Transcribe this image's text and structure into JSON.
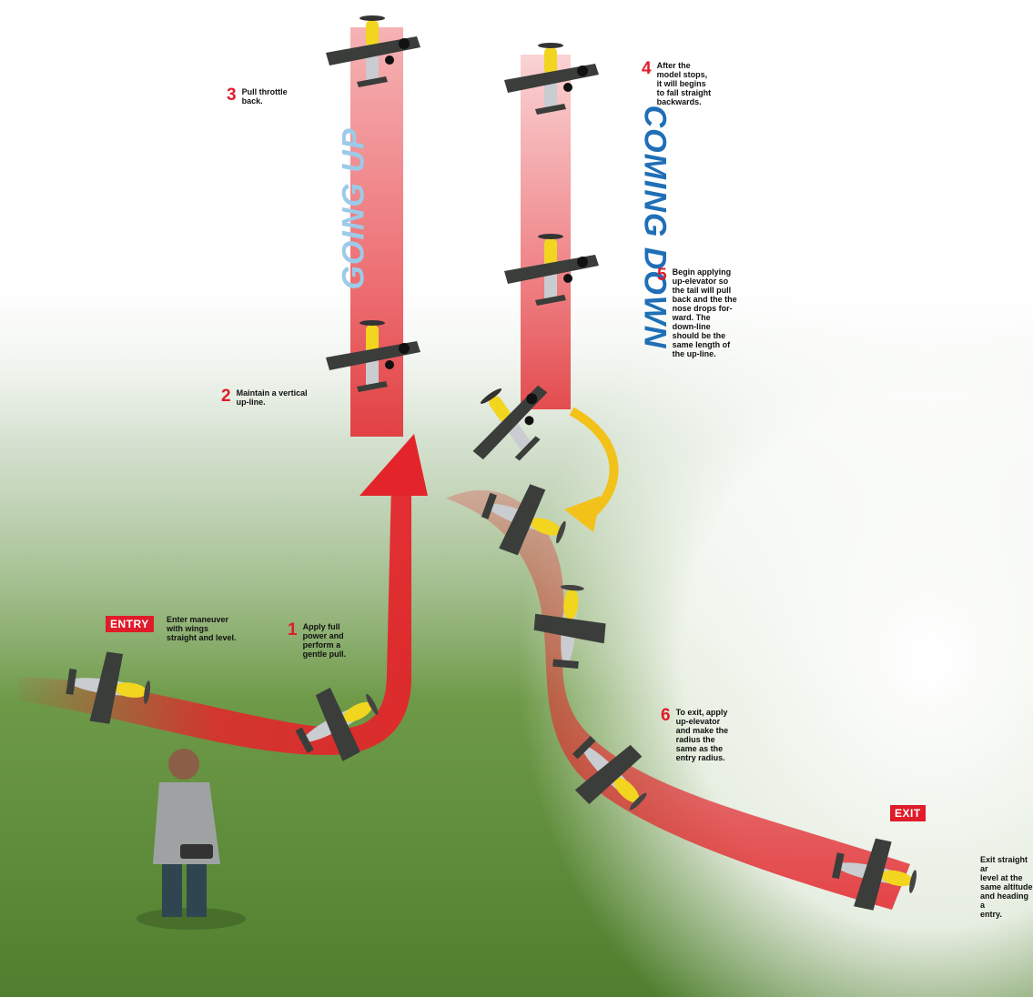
{
  "labels": {
    "going_up": "GOING UP",
    "coming_down": "COMING DOWN",
    "entry": "ENTRY",
    "exit": "EXIT"
  },
  "entry_text": "Enter maneuver\nwith wings\nstraight and level.",
  "exit_text": "Exit straight ar\nlevel at the\nsame altitude\nand heading a\nentry.",
  "steps": [
    {
      "num": "1",
      "text": "Apply full\npower and\nperform a\ngentle pull."
    },
    {
      "num": "2",
      "text": "Maintain a vertical\nup-line."
    },
    {
      "num": "3",
      "text": "Pull throttle\nback."
    },
    {
      "num": "4",
      "text": "After the\nmodel stops,\nit will begins\nto fall straight\nbackwards."
    },
    {
      "num": "5",
      "text": "Begin applying\nup-elevator so\nthe tail will pull\nback and the the\nnose drops for-\nward. The\ndown-line\nshould be the\nsame length of\nthe up-line."
    },
    {
      "num": "6",
      "text": "To exit, apply\nup-elevator\nand make the\nradius the\nsame as the\nentry radius."
    }
  ],
  "colors": {
    "path_red": "#e3252b",
    "step_red": "#e01b2a",
    "going_up": "#9ccbe9",
    "coming_down": "#1f6fb6",
    "grass": "#5f8f3a",
    "plane_yellow": "#f2d51f",
    "plane_gray": "#c9ccd0",
    "wing_dark": "#3a3d3a",
    "arrow_yellow": "#f2c21b"
  }
}
